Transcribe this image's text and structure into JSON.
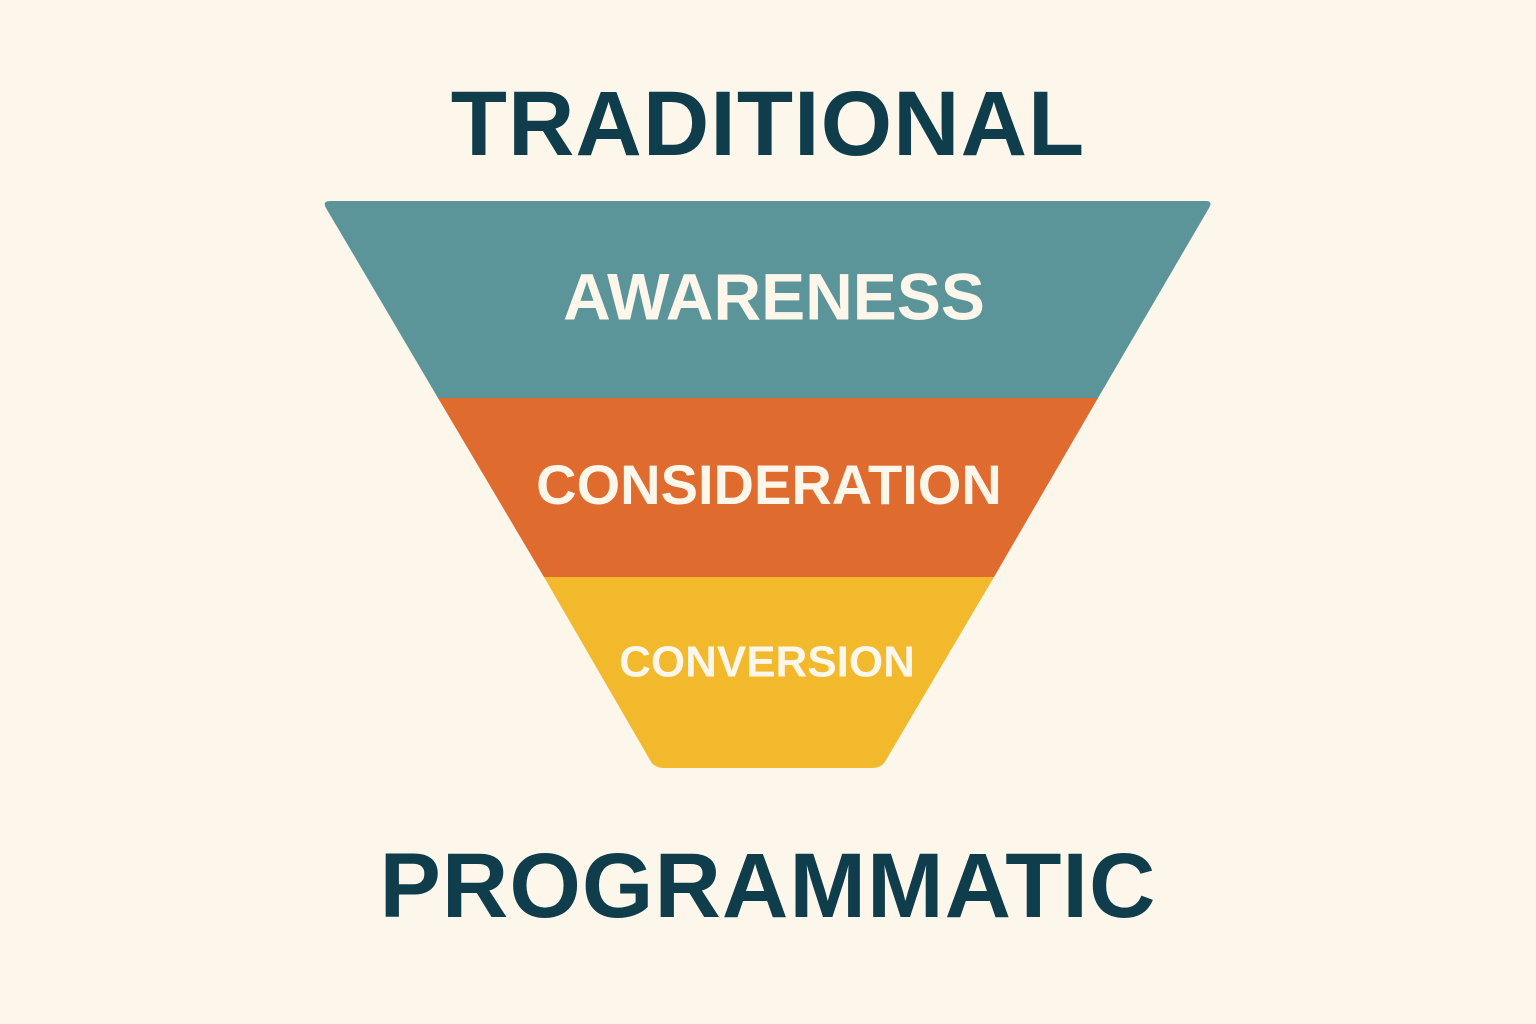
{
  "top_title": "TRADITIONAL",
  "bottom_title": "PROGRAMMATIC",
  "funnel": {
    "stages": [
      {
        "label": "AWARENESS",
        "color": "#5c9599"
      },
      {
        "label": "CONSIDERATION",
        "color": "#e06b2e"
      },
      {
        "label": "CONVERSION",
        "color": "#f2b92d"
      }
    ]
  }
}
